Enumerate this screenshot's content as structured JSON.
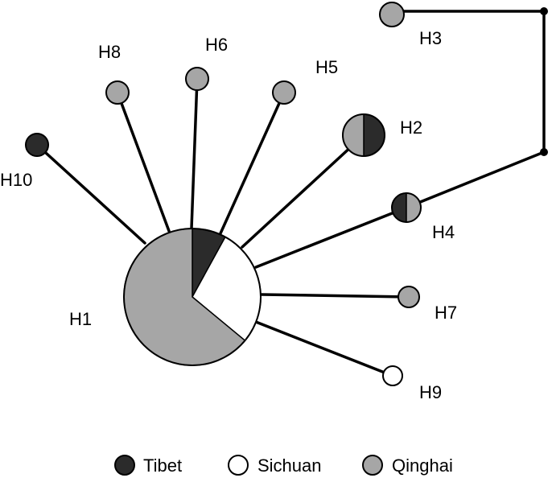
{
  "colors": {
    "tibet": "#2b2b2b",
    "sichuan": "#ffffff",
    "qinghai": "#a6a6a6",
    "edge": "#000000"
  },
  "haplotypes": [
    {
      "id": "H1",
      "label": "H1",
      "composition": {
        "tibet": 0.08,
        "sichuan": 0.28,
        "qinghai": 0.64
      }
    },
    {
      "id": "H2",
      "label": "H2",
      "composition": {
        "tibet": 0.5,
        "sichuan": 0,
        "qinghai": 0.5
      }
    },
    {
      "id": "H3",
      "label": "H3",
      "composition": {
        "tibet": 0,
        "sichuan": 0,
        "qinghai": 1
      }
    },
    {
      "id": "H4",
      "label": "H4",
      "composition": {
        "tibet": 0.5,
        "sichuan": 0,
        "qinghai": 0.5
      }
    },
    {
      "id": "H5",
      "label": "H5",
      "composition": {
        "tibet": 0,
        "sichuan": 0,
        "qinghai": 1
      }
    },
    {
      "id": "H6",
      "label": "H6",
      "composition": {
        "tibet": 0,
        "sichuan": 0,
        "qinghai": 1
      }
    },
    {
      "id": "H7",
      "label": "H7",
      "composition": {
        "tibet": 0,
        "sichuan": 0,
        "qinghai": 1
      }
    },
    {
      "id": "H8",
      "label": "H8",
      "composition": {
        "tibet": 0,
        "sichuan": 0,
        "qinghai": 1
      }
    },
    {
      "id": "H9",
      "label": "H9",
      "composition": {
        "tibet": 0,
        "sichuan": 1,
        "qinghai": 0
      }
    },
    {
      "id": "H10",
      "label": "H10",
      "composition": {
        "tibet": 1,
        "sichuan": 0,
        "qinghai": 0
      }
    }
  ],
  "links": [
    [
      "H1",
      "H10"
    ],
    [
      "H1",
      "H8"
    ],
    [
      "H1",
      "H6"
    ],
    [
      "H1",
      "H5"
    ],
    [
      "H1",
      "H2"
    ],
    [
      "H1",
      "H4"
    ],
    [
      "H1",
      "H7"
    ],
    [
      "H1",
      "H9"
    ],
    [
      "H4",
      "H3"
    ]
  ],
  "legend": [
    {
      "key": "tibet",
      "label": "Tibet"
    },
    {
      "key": "sichuan",
      "label": "Sichuan"
    },
    {
      "key": "qinghai",
      "label": "Qinghai"
    }
  ]
}
